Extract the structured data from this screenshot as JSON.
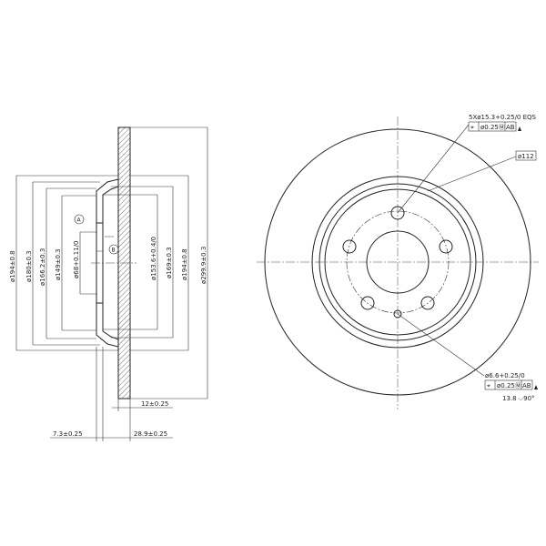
{
  "side_view": {
    "dims_vertical": [
      {
        "label": "ø194±0.8"
      },
      {
        "label": "ø180±0.3"
      },
      {
        "label": "ø166.2±0.3"
      },
      {
        "label": "ø149±0.3"
      },
      {
        "label": "ø68+0.11/0"
      },
      {
        "label": "ø153.6+0.4/0"
      },
      {
        "label": "ø169±0.3"
      },
      {
        "label": "ø194±0.8"
      },
      {
        "label": "ø299.9±0.3"
      }
    ],
    "dims_horizontal": [
      {
        "label": "12±0.25"
      },
      {
        "label": "7.3±0.25"
      },
      {
        "label": "28.9±0.25"
      }
    ],
    "datum_a": "A",
    "datum_b": "B"
  },
  "front_view": {
    "bolt_holes_note": "5Xø15.3+0.25/0 EQS",
    "bolt_holes_tolerance": [
      "⌖",
      "ø0.25Ⓜ",
      "AB"
    ],
    "pcd_label": "ø112",
    "small_hole_note": "ø6.6+0.25/0",
    "small_hole_tolerance": [
      "⌖",
      "ø0.25Ⓜ",
      "AB"
    ],
    "small_hole_depth": "13.8 ⌵90°"
  }
}
